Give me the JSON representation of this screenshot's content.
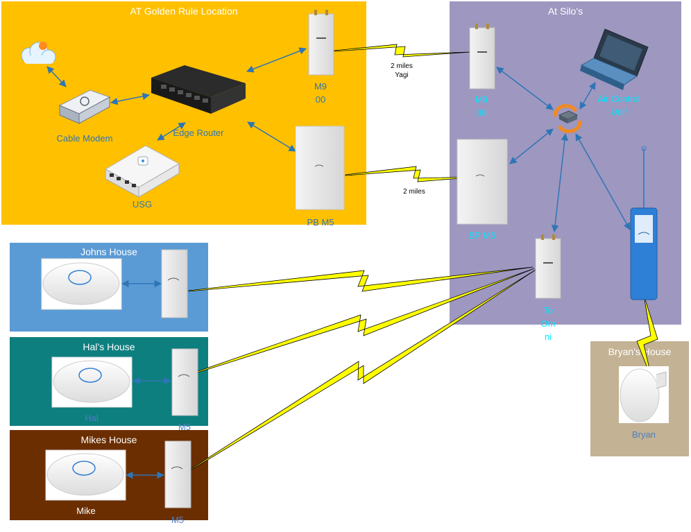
{
  "regions": {
    "golden": {
      "title": "AT Golden Rule Location"
    },
    "silo": {
      "title": "At Silo’s"
    },
    "johns": {
      "title": "Johns House"
    },
    "hals": {
      "title": "Hal’s House"
    },
    "mikes": {
      "title": "Mikes House"
    },
    "bryans": {
      "title": "Bryan’s House"
    }
  },
  "labels": {
    "cable_modem": "Cable Modem",
    "edge_router": "Edge Router",
    "usg": "USG",
    "m900_left_1": "M9",
    "m900_left_2": "00",
    "pb_m5": "PB M5",
    "m900_right_1": "M9",
    "m900_right_2": "00",
    "air_control_1": "Air Control",
    "air_control_2": "Unif",
    "bp_m5": "BP M5",
    "to_omni_1": "To",
    "to_omni_2": "Om",
    "to_omni_3": "ni",
    "hal": "Hal",
    "hal_m5": "M5",
    "mike": "Mike",
    "mike_m5": "M5",
    "bryan": "Bryan"
  },
  "links": {
    "yagi_1": "2 miles",
    "yagi_2": "Yagi",
    "pb_link": "2 miles"
  },
  "colors": {
    "golden": "#ffc000",
    "silo": "#9e97bf",
    "johns": "#5b9bd5",
    "hals": "#0e7f7f",
    "mikes": "#6b2e00",
    "bryans": "#c4b294",
    "arrow": "#2e75b6",
    "bolt": "#ffff00"
  },
  "icons": [
    "cloud-icon",
    "cable-modem-icon",
    "edge-router-icon",
    "usg-icon",
    "radio-icon",
    "panel-antenna-icon",
    "laptop-icon",
    "switch-icon",
    "omni-antenna-icon",
    "access-point-icon",
    "dish-icon"
  ]
}
